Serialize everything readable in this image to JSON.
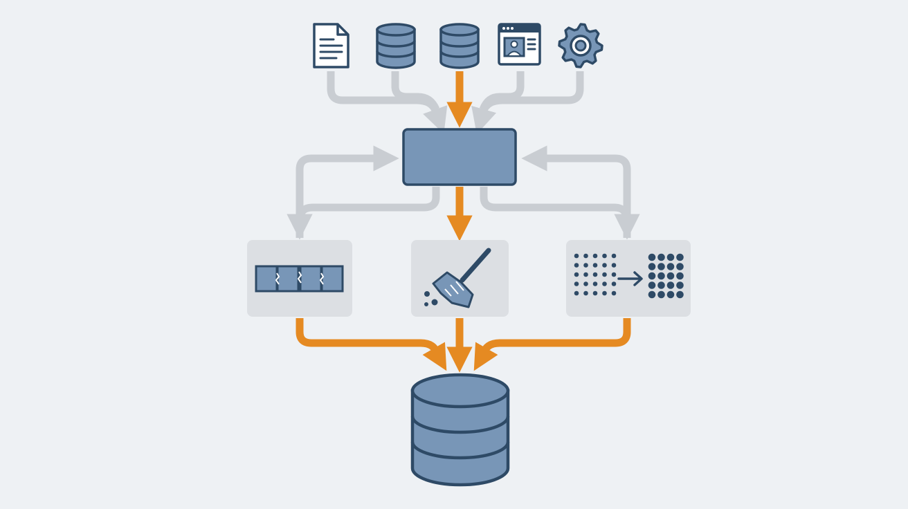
{
  "diagram": {
    "colors": {
      "background": "#eef1f4",
      "node_fill": "#7896b7",
      "node_stroke": "#2e4a66",
      "dark": "#2e4a66",
      "panel_fill": "#dcdfe3",
      "gray_arrow": "#c9cdd2",
      "orange_arrow": "#e58a22",
      "icon_bg": "#ffffff"
    },
    "sources": [
      {
        "id": "document",
        "icon": "document-icon"
      },
      {
        "id": "database-1",
        "icon": "database-icon"
      },
      {
        "id": "database-2",
        "icon": "database-icon"
      },
      {
        "id": "web-app",
        "icon": "browser-window-icon"
      },
      {
        "id": "settings",
        "icon": "gear-icon"
      }
    ],
    "hub": {
      "id": "central-processor",
      "icon": "rounded-rectangle"
    },
    "stages": [
      {
        "id": "split-blocks",
        "icon": "broken-blocks-icon"
      },
      {
        "id": "clean",
        "icon": "broom-icon"
      },
      {
        "id": "transform-grid",
        "icon": "dot-grid-transform-icon"
      }
    ],
    "target": {
      "id": "data-store",
      "icon": "database-cylinder-icon"
    },
    "edges": [
      {
        "from": "document",
        "to": "central-processor",
        "color": "gray"
      },
      {
        "from": "database-1",
        "to": "central-processor",
        "color": "gray"
      },
      {
        "from": "database-2",
        "to": "central-processor",
        "color": "orange"
      },
      {
        "from": "web-app",
        "to": "central-processor",
        "color": "gray"
      },
      {
        "from": "settings",
        "to": "central-processor",
        "color": "gray"
      },
      {
        "from": "central-processor",
        "to": "split-blocks",
        "color": "gray"
      },
      {
        "from": "central-processor",
        "to": "clean",
        "color": "orange"
      },
      {
        "from": "central-processor",
        "to": "transform-grid",
        "color": "gray"
      },
      {
        "from": "split-blocks",
        "to": "central-processor",
        "color": "gray"
      },
      {
        "from": "transform-grid",
        "to": "central-processor",
        "color": "gray"
      },
      {
        "from": "split-blocks",
        "to": "data-store",
        "color": "orange"
      },
      {
        "from": "clean",
        "to": "data-store",
        "color": "orange"
      },
      {
        "from": "transform-grid",
        "to": "data-store",
        "color": "orange"
      }
    ]
  }
}
